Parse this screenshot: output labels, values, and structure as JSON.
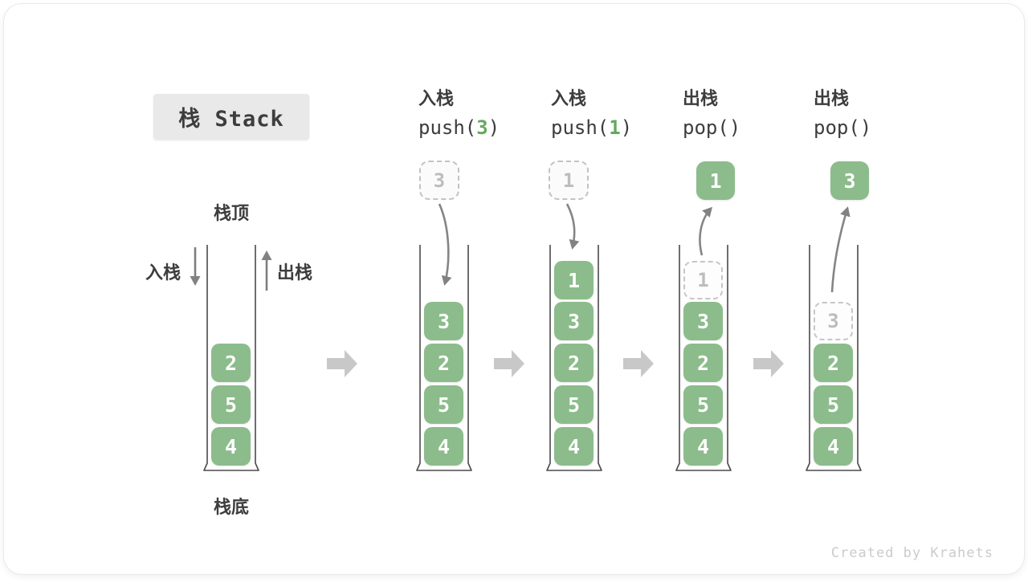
{
  "title": "栈 Stack",
  "labels": {
    "stack_top": "栈顶",
    "stack_bottom": "栈底",
    "push_side": "入栈",
    "pop_side": "出栈"
  },
  "credit": "Created by Krahets",
  "colors": {
    "cell_green": "#8cbc8b",
    "code_arg_green": "#63a95f",
    "curve_arrow_gray": "#858585",
    "block_arrow_gray": "#c8c8c8",
    "ghost_gray": "#bdbdbd",
    "text_dark": "#3d3d3d"
  },
  "operations": [
    {
      "name": "入栈",
      "code_prefix": "push(",
      "code_arg": "3",
      "code_suffix": ")"
    },
    {
      "name": "入栈",
      "code_prefix": "push(",
      "code_arg": "1",
      "code_suffix": ")"
    },
    {
      "name": "出栈",
      "code_prefix": "pop(",
      "code_arg": "",
      "code_suffix": ")"
    },
    {
      "name": "出栈",
      "code_prefix": "pop(",
      "code_arg": "",
      "code_suffix": ")"
    }
  ],
  "stacks": [
    {
      "cells": [
        "2",
        "5",
        "4"
      ]
    },
    {
      "cells": [
        "3",
        "2",
        "5",
        "4"
      ],
      "floating": "3"
    },
    {
      "cells": [
        "1",
        "3",
        "2",
        "5",
        "4"
      ],
      "floating": "1"
    },
    {
      "cells": [
        "3",
        "2",
        "5",
        "4"
      ],
      "floating": "1",
      "ghost": "1"
    },
    {
      "cells": [
        "2",
        "5",
        "4"
      ],
      "floating": "3",
      "ghost": "3"
    }
  ]
}
